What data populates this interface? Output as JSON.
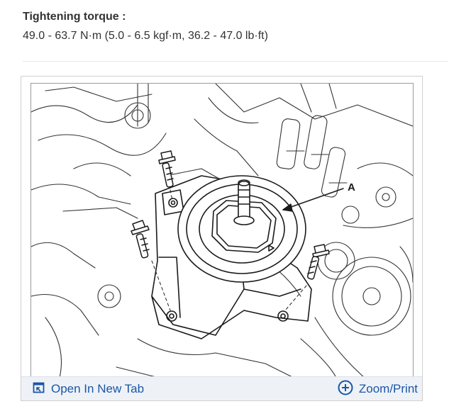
{
  "spec": {
    "title": "Tightening torque :",
    "value": "49.0 - 63.7 N·m (5.0 - 6.5 kgf·m, 36.2 - 47.0 lb·ft)"
  },
  "figure": {
    "callout_label": "A"
  },
  "toolbar": {
    "open_label": "Open In New Tab",
    "zoom_label": "Zoom/Print",
    "open_icon": "open-new-tab-icon",
    "zoom_icon": "plus-circle-icon",
    "accent": "#1a56a6"
  }
}
